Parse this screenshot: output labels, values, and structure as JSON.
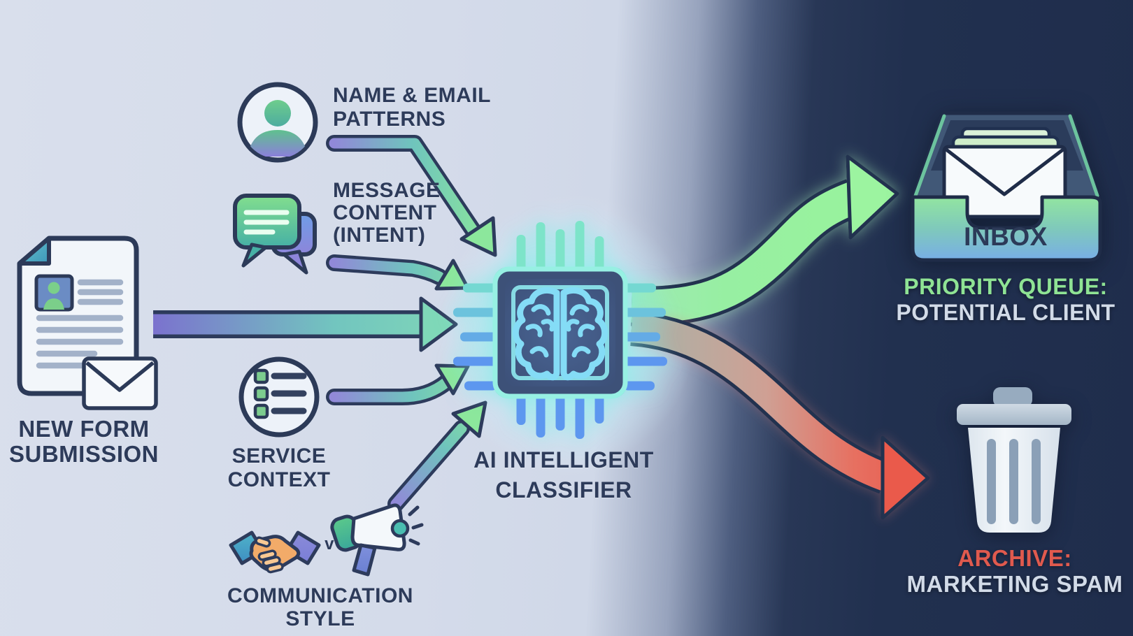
{
  "labels": {
    "new_form": {
      "line1": "NEW FORM",
      "line2": "SUBMISSION"
    },
    "name_email": {
      "line1": "NAME & EMAIL",
      "line2": "PATTERNS"
    },
    "message_content": {
      "line1": "MESSAGE",
      "line2": "CONTENT",
      "line3": "(INTENT)"
    },
    "service_context": {
      "line1": "SERVICE",
      "line2": "CONTEXT"
    },
    "communication_style": {
      "line1": "COMMUNICATION",
      "line2": "STYLE"
    },
    "icon_separator": "v",
    "classifier": {
      "line1": "AI INTELLIGENT",
      "line2": "CLASSIFIER"
    },
    "inbox": "INBOX",
    "priority_queue": {
      "line1": "PRIORITY QUEUE:",
      "line2": "POTENTIAL CLIENT"
    },
    "archive": {
      "line1": "ARCHIVE:",
      "line2": "MARKETING SPAM"
    }
  },
  "colors": {
    "background_light": "#d5dcea",
    "background_dark": "#20304e",
    "text_navy": "#2d3b5a",
    "input_arrow_start": "#9189d8",
    "input_arrow_end": "#8be69b",
    "output_arrow_green": "#98f29d",
    "output_arrow_red": "#e85a4c",
    "priority_text_green": "#8fe394",
    "archive_text_red": "#e05a4e",
    "secondary_text_light": "#d2dbe8",
    "chip_glow_cyan": "#96efe2"
  }
}
